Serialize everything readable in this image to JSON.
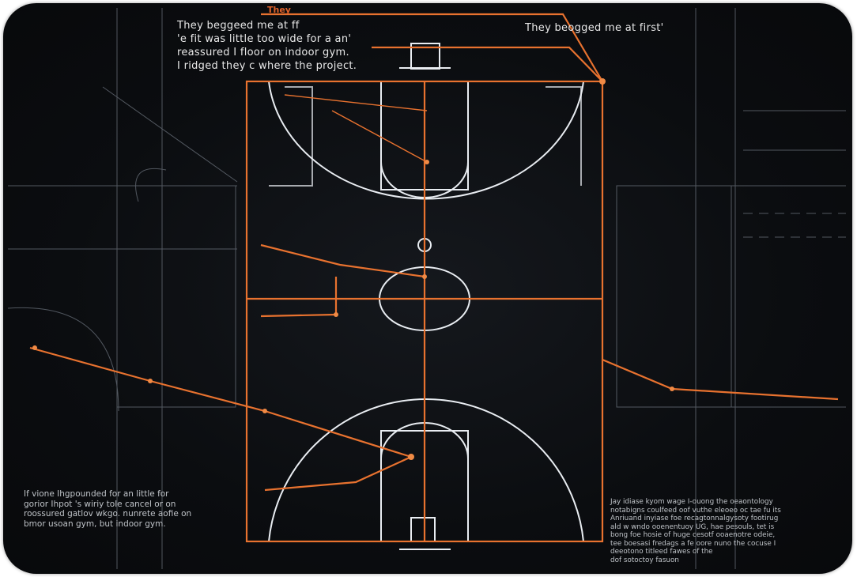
{
  "product": {
    "description_texts": {
      "top_left": [
        "They beggeed me at ff",
        "'e fit was little too wide for a an'",
        "reassured I floor on indoor gym.",
        "I ridged they c where the project."
      ],
      "top_right": "They beogged me at first'",
      "top_label": "They",
      "bottom_left": [
        "If vione Ihgpounded for an little for",
        "gorior Ihpot 's wiriy tole cancel or on",
        "roossured gatlov wkgo. nunrete aofie on",
        "bmor usoan gym, but indoor gym."
      ],
      "bottom_right": [
        "Jay idiase kyom wage I-ouong the oeaontology",
        "notabigns coulfeed oof vuthe eleoeo oc tae fu its",
        "Anriuand inyiase foe recagtonnalgysoty footirug",
        "ald w wndo ooenentuoy UG, hae pesouls, tet is",
        "bong foe hosie of huge cesotf ooaenotre odeie,",
        "tee boesasi fredags a fe oore nuno the cocuse I",
        "deeotono titleed fawes of the",
        "dof sotoctoy fasuon"
      ]
    },
    "colors": {
      "mat": "#0b0d10",
      "court_lines": "#e9edf2",
      "annotation": "#e8722f",
      "accent_red": "#c7321f"
    }
  }
}
